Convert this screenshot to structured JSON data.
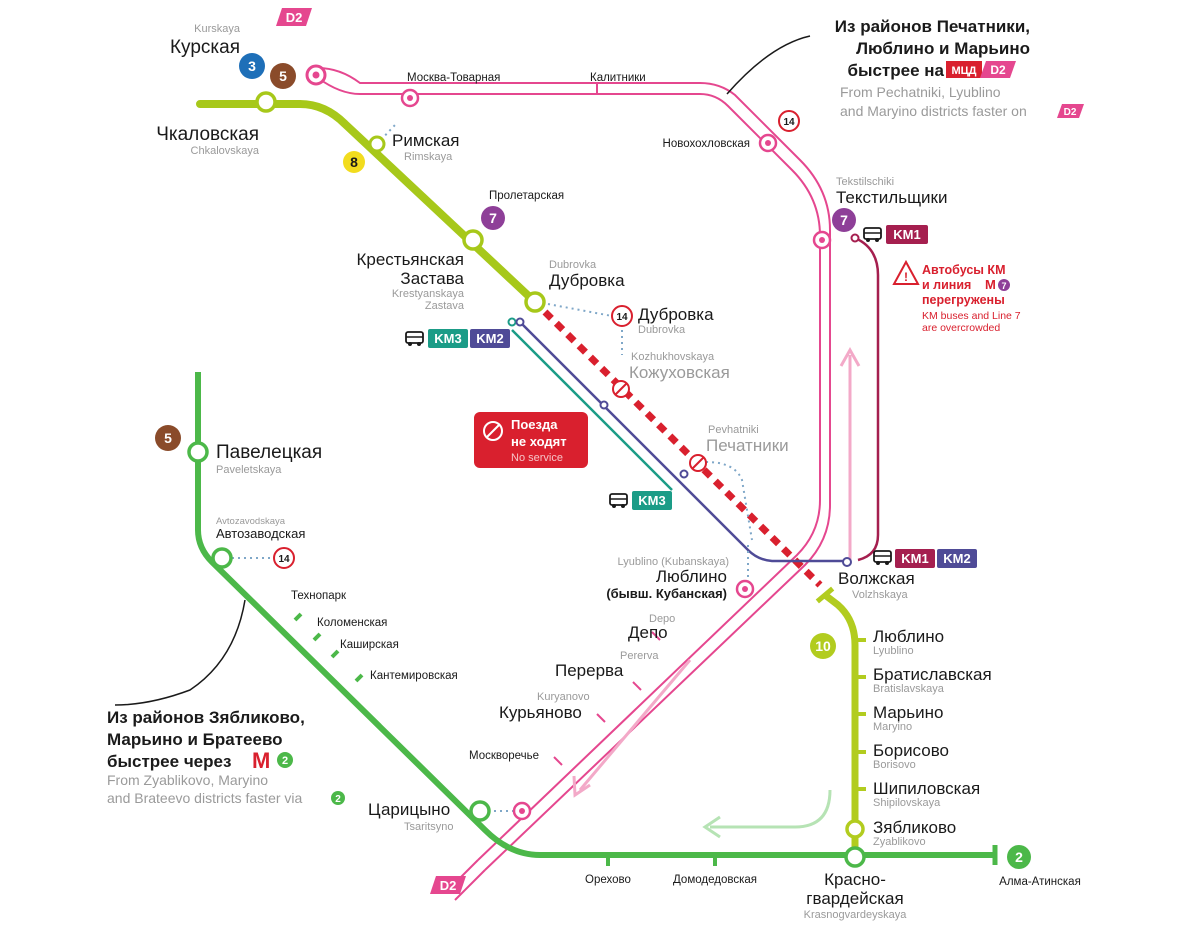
{
  "colors": {
    "line_mcd_d2": "#e5478f",
    "line_8a_yellow_green": "#a7c81a",
    "line_10_lime": "#b2cc1f",
    "line_2_green": "#4cb849",
    "km1": "#a51f4f",
    "km2": "#4f4b97",
    "km3": "#1b9c87",
    "closed": "#d9202e",
    "line3": "#1e6fb8",
    "line5": "#8a4b2a",
    "line7": "#8e3f98",
    "line8": "#f2dc1e",
    "gray_text": "#9a9a9a"
  },
  "icons": {
    "bus": "bus-icon",
    "metro": "metro-icon",
    "no_entry": "no-service-icon",
    "warning": "warning-icon",
    "arrow": "arrow-icon"
  },
  "badges": {
    "d2_top": "D2",
    "d2_bottom": "D2",
    "mcd": "МЦД",
    "km1": "KM1",
    "km2": "KM2",
    "km3": "KM3",
    "line3": "3",
    "line5": "5",
    "line7": "7",
    "line8": "8",
    "line10": "10",
    "line2": "2",
    "line14": "14"
  },
  "stations": {
    "kurskaya": {
      "ru": "Курская",
      "lat": "Kurskaya"
    },
    "chkalovskaya": {
      "ru": "Чкаловская",
      "lat": "Chkalovskaya"
    },
    "rimskaya": {
      "ru": "Римская",
      "lat": "Rimskaya"
    },
    "moskva_tovarnaya": {
      "ru": "Москва-Товарная"
    },
    "kalitniki": {
      "ru": "Калитники"
    },
    "novokhokhlovskaya": {
      "ru": "Новохохловская"
    },
    "proletarskaya": {
      "ru": "Пролетарская"
    },
    "tekstilshchiki": {
      "ru": "Текстильщики",
      "lat": "Tekstilschiki"
    },
    "krestyanskaya": {
      "ru1": "Крестьянская",
      "ru2": "Застава",
      "lat1": "Krestyanskaya",
      "lat2": "Zastava"
    },
    "dubrovka": {
      "ru": "Дубровка",
      "lat": "Dubrovka"
    },
    "dubrovka_mck": {
      "ru": "Дубровка",
      "lat": "Dubrovka"
    },
    "kozhukhovskaya": {
      "ru": "Кожуховская",
      "lat": "Kozhukhovskaya"
    },
    "pechatniki": {
      "ru": "Печатники",
      "lat": "Pevhatniki"
    },
    "paveletskaya": {
      "ru": "Павелецкая",
      "lat": "Paveletskaya"
    },
    "avtozavodskaya": {
      "ru": "Автозаводская",
      "lat": "Avtozavodskaya"
    },
    "tekhnopark": {
      "ru": "Технопарк"
    },
    "kolomenskaya": {
      "ru": "Коломенская"
    },
    "kashirskaya": {
      "ru": "Каширская"
    },
    "kantemirovskaya": {
      "ru": "Кантемировская"
    },
    "lyublino_d2": {
      "ru1": "Люблино",
      "ru2": "(бывш. Кубанская)",
      "lat": "Lyublino (Kubanskaya)"
    },
    "depo": {
      "ru": "Депо",
      "lat": "Depo"
    },
    "pererva": {
      "ru": "Перерва",
      "lat": "Pererva"
    },
    "kuryanovo": {
      "ru": "Курьяново",
      "lat": "Kuryanovo"
    },
    "moskvorechye": {
      "ru": "Москворечье"
    },
    "tsaritsyno": {
      "ru": "Царицыно",
      "lat": "Tsaritsyno"
    },
    "volzhskaya": {
      "ru": "Волжская",
      "lat": "Volzhskaya"
    },
    "lyublino": {
      "ru": "Люблино",
      "lat": "Lyublino"
    },
    "bratislavskaya": {
      "ru": "Братиславская",
      "lat": "Bratislavskaya"
    },
    "maryino": {
      "ru": "Марьино",
      "lat": "Maryino"
    },
    "borisovo": {
      "ru": "Борисово",
      "lat": "Borisovo"
    },
    "shipilovskaya": {
      "ru": "Шипиловская",
      "lat": "Shipilovskaya"
    },
    "zyablikovo": {
      "ru": "Зябликово",
      "lat": "Zyablikovo"
    },
    "krasnogvardeyskaya": {
      "ru1": "Красно-",
      "ru2": "гвардейская",
      "lat": "Krasnogvardeyskaya"
    },
    "orekhovo": {
      "ru": "Орехово"
    },
    "domodedovskaya": {
      "ru": "Домодедовская"
    },
    "alma_atinskaya": {
      "ru": "Алма-Атинская"
    }
  },
  "notes": {
    "top_right": {
      "ru1": "Из районов Печатники,",
      "ru2": "Люблино и Марьино",
      "ru3": "быстрее на",
      "lat1": "From Pechatniki, Lyublino",
      "lat2": "and Maryino districts faster on"
    },
    "bottom_left": {
      "ru1": "Из районов Зябликово,",
      "ru2": "Марьино и Братеево",
      "ru3": "быстрее через",
      "lat1": "From Zyablikovo, Maryino",
      "lat2": "and Brateevo districts faster via"
    },
    "no_service": {
      "ru1": "Поезда",
      "ru2": "не ходят",
      "lat": "No service"
    },
    "overcrowded": {
      "ru1": "Автобусы КМ",
      "ru2": "и линия",
      "ru3": "перегружены",
      "lat1": "KM buses and Line 7",
      "lat2": "are overcrowded"
    }
  }
}
